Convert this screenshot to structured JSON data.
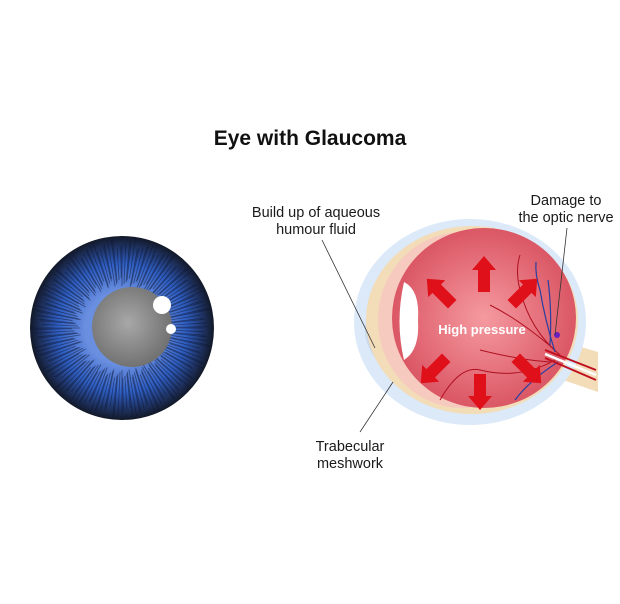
{
  "title": "Eye with Glaucoma",
  "labels": {
    "aqueous_line1": "Build up of aqueous",
    "aqueous_line2": "humour fluid",
    "optic_line1": "Damage to",
    "optic_line2": "the optic nerve",
    "trabecular_line1": "Trabecular",
    "trabecular_line2": "meshwork",
    "center": "High pressure"
  },
  "colors": {
    "iris_blue": "#2f5fc4",
    "globe_red": "#e06070",
    "arrow_red": "#e0101a",
    "sclera": "#f3dcb8",
    "cornea_blue": "#d7e7f7"
  }
}
